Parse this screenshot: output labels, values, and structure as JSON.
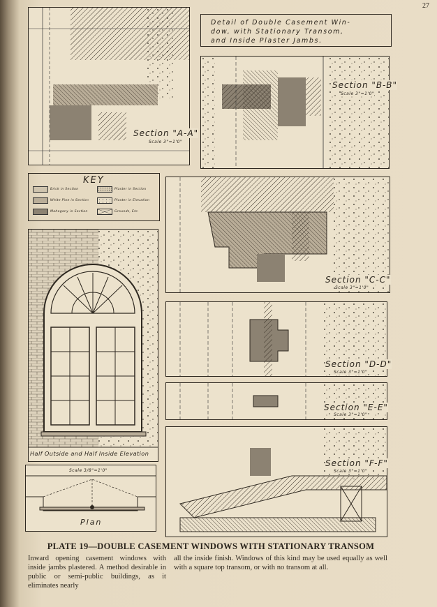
{
  "page_number": "27",
  "title_box": {
    "lines": [
      "Detail of Double Casement Win-",
      "dow, with Stationary Transom,",
      "and Inside Plaster Jambs."
    ]
  },
  "key": {
    "title": "KEY",
    "items": [
      {
        "label": "Brick in Section",
        "color": "#cfc4ae"
      },
      {
        "label": "White Pine in Section",
        "color": "#b9ad98"
      },
      {
        "label": "Mahogany in Section",
        "color": "#8c8272"
      },
      {
        "label": "Plaster in Section",
        "color": "#d8ccb4"
      },
      {
        "label": "Plaster in Elevation",
        "color": "#e6dcc6"
      },
      {
        "label": "Grounds, Etc.",
        "color": "#ece2cc"
      }
    ]
  },
  "sections": {
    "aa": {
      "label": "Section \"A-A\"",
      "scale": "Scale 3\"=1'0\""
    },
    "bb": {
      "label": "Section \"B-B\"",
      "scale": "Scale 3\"=1'0\""
    },
    "cc": {
      "label": "Section \"C-C\"",
      "scale": "Scale 3\"=1'0\""
    },
    "dd": {
      "label": "Section \"D-D\"",
      "scale": "Scale 3\"=1'0\""
    },
    "ee": {
      "label": "Section \"E-E\"",
      "scale": "Scale 3\"=1'0\""
    },
    "ff": {
      "label": "Section \"F-F\"",
      "scale": "Scale 3\"=1'0\""
    }
  },
  "elevation": {
    "label": "Half Outside and Half Inside Elevation"
  },
  "plan": {
    "label": "Plan",
    "scale": "Scale 3/8\"=1'0\""
  },
  "caption": "PLATE 19—DOUBLE CASEMENT WINDOWS WITH STATIONARY TRANSOM",
  "body": {
    "col1": "Inward opening casement windows with inside jambs plastered. A method desirable in public or semi-public buildings, as it eliminates nearly",
    "col2": "all the inside finish. Windows of this kind may be used equally as well with a square top transom, or with no transom at all."
  }
}
